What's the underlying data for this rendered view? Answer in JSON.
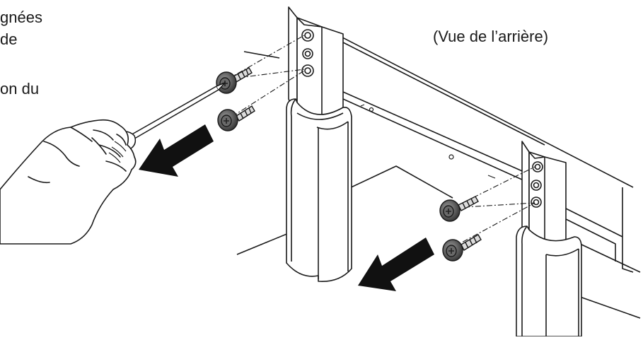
{
  "instruction_text": {
    "line_1": "gnées",
    "line_2": "de",
    "line_3": "on du"
  },
  "view_label": "(Vue de l’arrière)",
  "colors": {
    "outline": "#1a1a1a",
    "arrow": "#111111",
    "screw_fill": "#4a4a4a",
    "screw_highlight": "#8a8a8a",
    "background": "#ffffff"
  },
  "icons": [
    "screwdriver-icon",
    "hand-icon",
    "screw-icon",
    "arrow-icon"
  ]
}
